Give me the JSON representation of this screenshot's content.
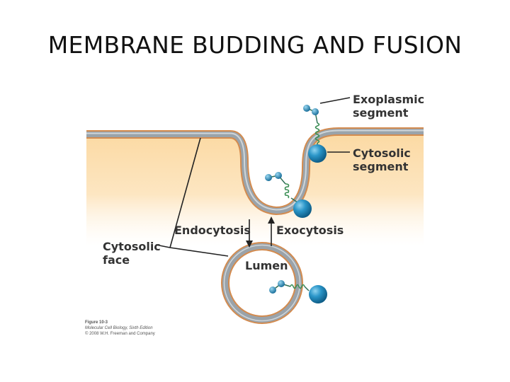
{
  "title": "MEMBRANE BUDDING AND FUSION",
  "labels": {
    "exoplasmic_segment": [
      "Exoplasmic",
      "segment"
    ],
    "cytosolic_segment": [
      "Cytosolic",
      "segment"
    ],
    "endocytosis": "Endocytosis",
    "exocytosis": "Exocytosis",
    "cytosolic_face": [
      "Cytosolic",
      "face"
    ],
    "lumen": "Lumen"
  },
  "caption": {
    "figure": "Figure 10-3",
    "book": "Molecular Cell Biology, Sixth Edition",
    "copyright": "© 2008 W.H. Freeman and Company"
  },
  "colors": {
    "cytosol_bg": "#fce2b4",
    "membrane_gray": "#9aa3aa",
    "membrane_edge": "#d38b4f",
    "protein_blue": "#1f86b8",
    "helix_green": "#3b8f55"
  }
}
